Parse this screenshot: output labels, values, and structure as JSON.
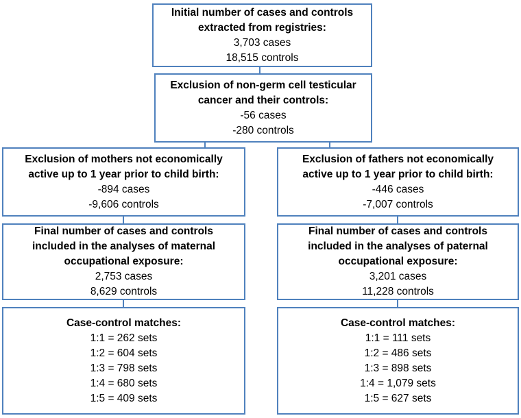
{
  "colors": {
    "border": "#4f81bd",
    "text": "#000000",
    "background": "#ffffff"
  },
  "boxes": {
    "initial": {
      "title": [
        "Initial number of cases and controls",
        "extracted from registries:"
      ],
      "values": [
        "3,703 cases",
        "18,515 controls"
      ]
    },
    "exclusion_ngct": {
      "title": [
        "Exclusion of non-germ cell testicular",
        "cancer and their controls:"
      ],
      "values": [
        "-56 cases",
        "-280 controls"
      ]
    },
    "exclusion_mothers": {
      "title": [
        "Exclusion of mothers not economically",
        "active up to 1 year prior to child birth:"
      ],
      "values": [
        "-894 cases",
        "-9,606 controls"
      ]
    },
    "exclusion_fathers": {
      "title": [
        "Exclusion of fathers not economically",
        "active up to 1 year prior to child birth:"
      ],
      "values": [
        "-446 cases",
        "-7,007 controls"
      ]
    },
    "final_maternal": {
      "title": [
        "Final number of cases and controls",
        "included in the analyses of maternal",
        "occupational exposure:"
      ],
      "values": [
        "2,753 cases",
        "8,629 controls"
      ]
    },
    "final_paternal": {
      "title": [
        "Final number of cases and controls",
        "included in the analyses of paternal",
        "occupational exposure:"
      ],
      "values": [
        "3,201 cases",
        "11,228 controls"
      ]
    },
    "matches_maternal": {
      "title": [
        "Case-control matches:"
      ],
      "values": [
        "1:1 = 262 sets",
        "1:2 = 604 sets",
        "1:3 = 798 sets",
        "1:4 = 680 sets",
        "1:5 = 409 sets"
      ]
    },
    "matches_paternal": {
      "title": [
        "Case-control matches:"
      ],
      "values": [
        "1:1 = 111 sets",
        "1:2 = 486 sets",
        "1:3 = 898 sets",
        "1:4 = 1,079 sets",
        "1:5 = 627 sets"
      ]
    }
  }
}
